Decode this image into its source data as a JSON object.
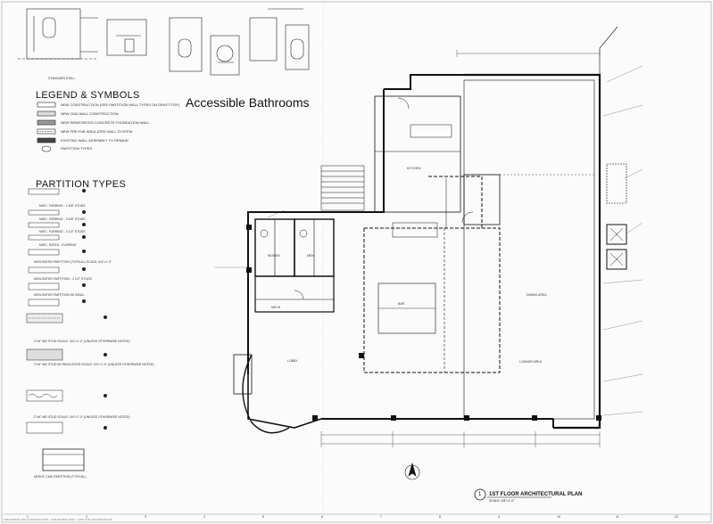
{
  "sheet": {
    "bathroom_heading": "Accessible Bathrooms",
    "legend_heading": "LEGEND & SYMBOLS",
    "partition_heading": "PARTITION TYPES",
    "standard_stall": "STANDARD STALL",
    "floor_plan_title": "1ST FLOOR ARCHITECTURAL PLAN",
    "floor_plan_scale": "SCALE: 1/8\"=1'-0\"",
    "plan_number": "1"
  },
  "legend": [
    {
      "label": "NEW CONSTRUCTION (SEE PARTITION WALL TYPES ON DRAFT/TOP)"
    },
    {
      "label": "NEW CMU WALL CONSTRUCTION"
    },
    {
      "label": "NEW REINFORCED CONCRETE FOUNDATION WALL"
    },
    {
      "label": "NEW PRE-FAB INSULATED WALL SYSTEM"
    },
    {
      "label": "EXISTING WALL ASSEMBLY TO REMAIN"
    },
    {
      "label": "PARTITION TYPES"
    }
  ],
  "partitions": [
    {
      "label": "MISC. FURRING - 1 5/8\" STUDS"
    },
    {
      "label": "MISC. FURRING - 3 5/8\" STUDS"
    },
    {
      "label": "MISC. FURRING - 3 1/2\" STUDS"
    },
    {
      "label": "MISC. RATED - FURRING"
    },
    {
      "label": "NON-RATED PARTITION (TYPICAL) SCALE: 3/4\"=1'-0\""
    },
    {
      "label": "NON-RATED PARTITION - 2 1/2\" STUDS"
    },
    {
      "label": "NON-RATED PARTITION W/ INSUL."
    },
    {
      "label": "2\"x6\" WD STUD SCALE: 3/4\"=1'-0\" (UNLESS OTHERWISE NOTED)"
    },
    {
      "label": "2\"x6\" WD STUD W/ INSULATION SCALE: 3/4\"=1'-0\" (UNLESS OTHERWISE NOTED)"
    },
    {
      "label": "2\"x6\" WD STUD SCALE: 3/4\"=1'-0\" (UNLESS OTHERWISE NOTED)"
    },
    {
      "label": "NEW 8\" CMU PARTITION (TYPICAL)"
    }
  ],
  "plan_labels": {
    "mech": "MECH",
    "lobby": "LOBBY",
    "bar": "BAR",
    "women": "WOMEN",
    "men": "MEN",
    "kitchen": "KITCHEN",
    "dining": "DINING AREA",
    "lounge": "LOUNGE AREA"
  },
  "grid_numbers": [
    "1",
    "2",
    "3",
    "4",
    "5",
    "6",
    "7",
    "8",
    "9",
    "10",
    "11",
    "12"
  ],
  "footer_text": "FOR PERMIT AND CONSTRUCTION - FOR REVIEW ONLY - NOT FOR CONSTRUCTION"
}
